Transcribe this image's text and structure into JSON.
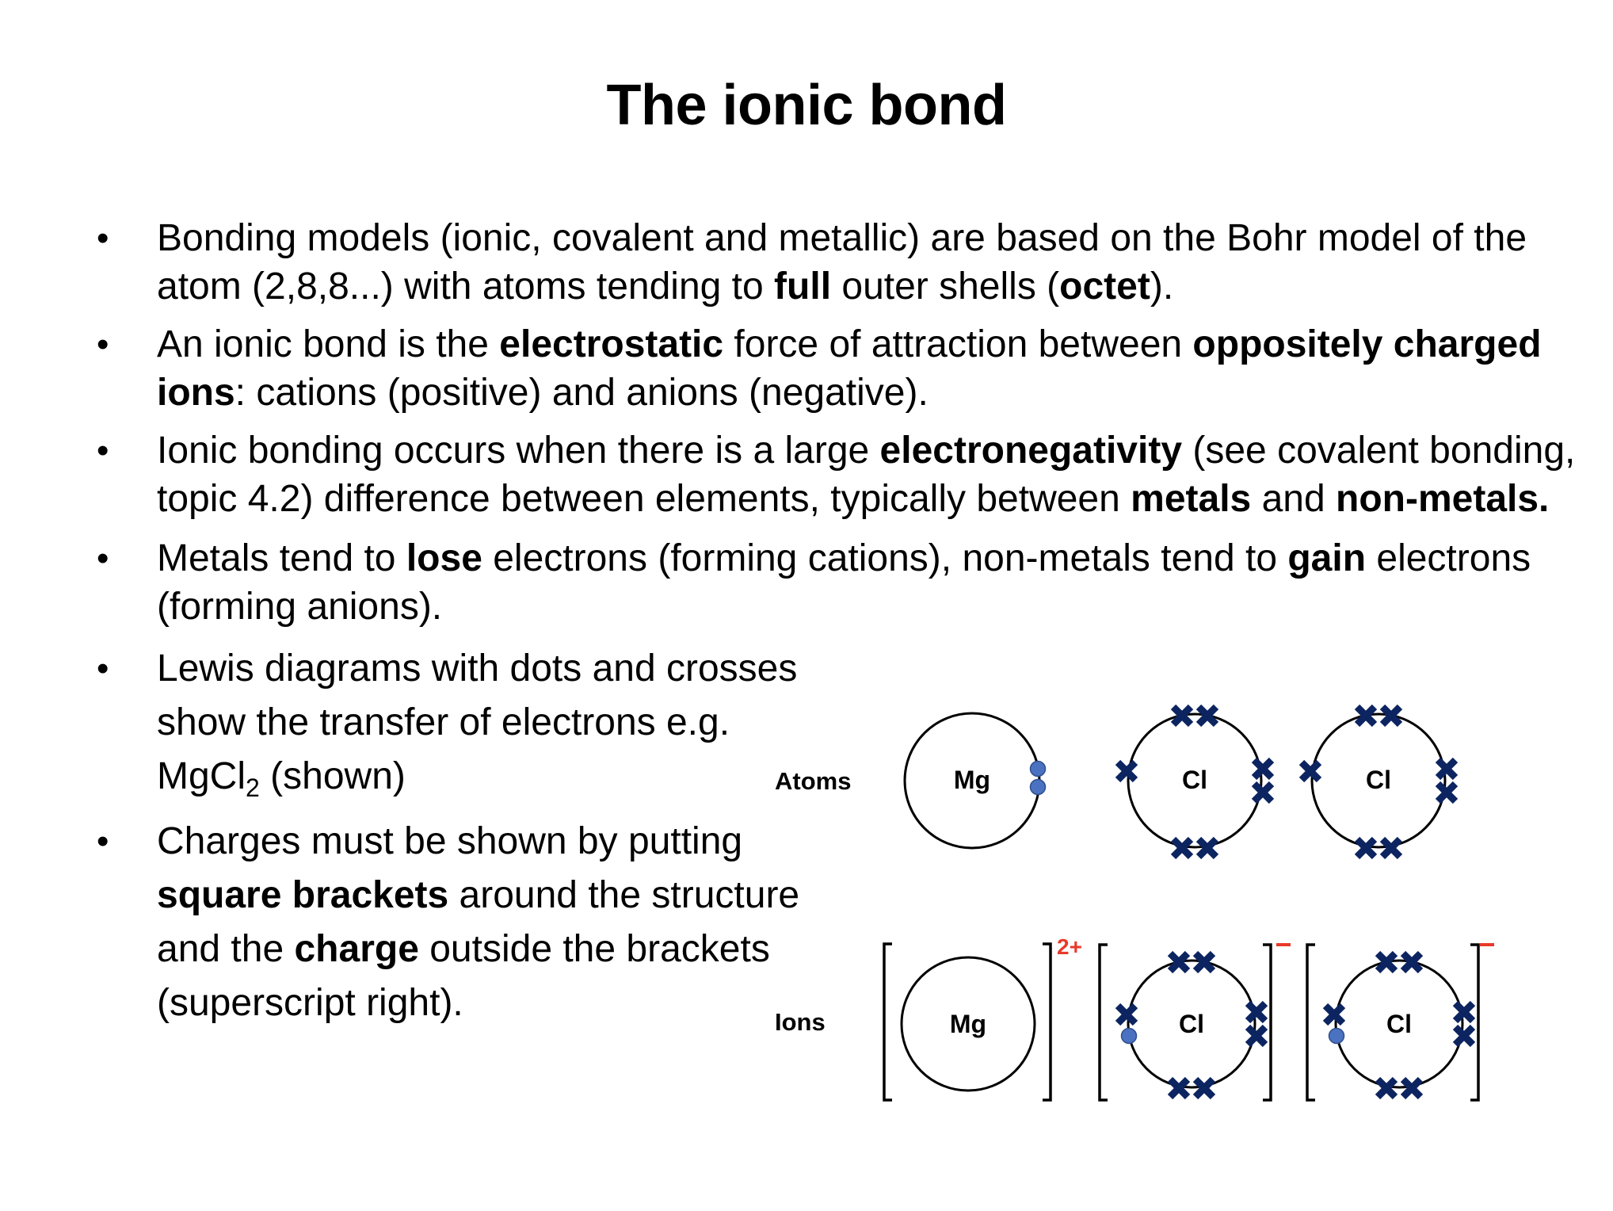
{
  "slide": {
    "title": "The ionic bond",
    "bullets": [
      {
        "parts": [
          {
            "t": "Bonding models (ionic, covalent and metallic) are based on the Bohr model of the atom (2,8,8...) with atoms tending to "
          },
          {
            "t": "full",
            "bold": true
          },
          {
            "t": " outer shells ("
          },
          {
            "t": "octet",
            "bold": true
          },
          {
            "t": ")."
          }
        ]
      },
      {
        "parts": [
          {
            "t": "An ionic bond is the "
          },
          {
            "t": "electrostatic",
            "bold": true
          },
          {
            "t": " force of attraction between "
          },
          {
            "t": "oppositely charged ions",
            "bold": true
          },
          {
            "t": ": cations (positive) and anions (negative)."
          }
        ]
      },
      {
        "parts": [
          {
            "t": "Ionic bonding occurs when there is a large "
          },
          {
            "t": "electronegativity",
            "bold": true
          },
          {
            "t": " (see covalent bonding, topic 4.2) difference between elements, typically between "
          },
          {
            "t": "metals",
            "bold": true
          },
          {
            "t": " and "
          },
          {
            "t": "non-metals.",
            "bold": true
          }
        ]
      },
      {
        "parts": [
          {
            "t": "Metals tend to "
          },
          {
            "t": "lose",
            "bold": true
          },
          {
            "t": " electrons (forming cations), non-metals tend to "
          },
          {
            "t": "gain",
            "bold": true
          },
          {
            "t": " electrons (forming anions)."
          }
        ]
      },
      {
        "parts": [
          {
            "t": "Lewis diagrams with dots and crosses show the transfer of electrons e.g. MgCl"
          },
          {
            "t": "2",
            "sub": true
          },
          {
            "t": " (shown)"
          }
        ]
      },
      {
        "parts": [
          {
            "t": "Charges must be shown by putting "
          },
          {
            "t": "square brackets",
            "bold": true
          },
          {
            "t": " around the structure and the "
          },
          {
            "t": "charge",
            "bold": true
          },
          {
            "t": " outside the brackets (superscript right)."
          }
        ]
      }
    ],
    "bullet_char": "•"
  },
  "diagram": {
    "row_labels": {
      "atoms": "Atoms",
      "ions": "Ions"
    },
    "atoms": [
      {
        "symbol": "Mg",
        "electrons": {
          "dots": 2,
          "crosses": 0
        }
      },
      {
        "symbol": "Cl",
        "electrons": {
          "dots": 0,
          "crosses": 7
        }
      },
      {
        "symbol": "Cl",
        "electrons": {
          "dots": 0,
          "crosses": 7
        }
      }
    ],
    "ions": [
      {
        "symbol": "Mg",
        "charge": "2+",
        "electrons": {
          "dots": 0,
          "crosses": 0
        }
      },
      {
        "symbol": "Cl",
        "charge": "−",
        "electrons": {
          "dots": 1,
          "crosses": 7
        }
      },
      {
        "symbol": "Cl",
        "charge": "−",
        "electrons": {
          "dots": 1,
          "crosses": 7
        }
      }
    ],
    "colors": {
      "cross": "#0c2460",
      "dot_fill": "#4a72c0",
      "dot_stroke": "#2f4f8f",
      "charge": "#e8392a",
      "shell": "#000000"
    }
  }
}
